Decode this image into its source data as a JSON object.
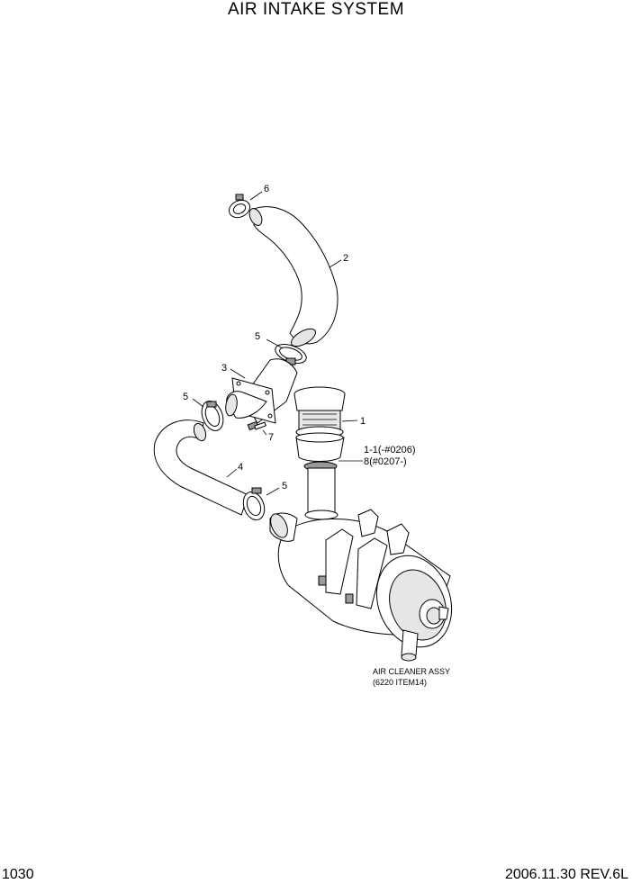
{
  "header": {
    "title": "AIR INTAKE SYSTEM"
  },
  "labels": {
    "item_1": "1",
    "item_1_1": "1-1(-#0206)",
    "item_8": "8(#0207-)",
    "item_2": "2",
    "item_3": "3",
    "item_4": "4",
    "item_5a": "5",
    "item_5b": "5",
    "item_5c": "5",
    "item_6": "6",
    "item_7": "7",
    "assy_line1": "AIR CLEANER ASSY",
    "assy_line2": "(6220 ITEM14)"
  },
  "footer": {
    "page": "1030",
    "revision": "2006.11.30  REV.6L"
  }
}
